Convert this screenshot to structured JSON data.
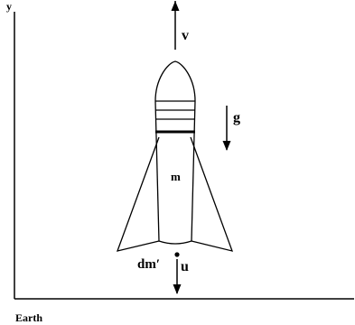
{
  "labels": {
    "y_axis": "y",
    "ground": "Earth",
    "velocity": "v",
    "gravity": "g",
    "mass": "m",
    "ejected_mass": "dm′",
    "exhaust_velocity": "u"
  },
  "colors": {
    "ink": "#000000",
    "background": "#ffffff"
  }
}
